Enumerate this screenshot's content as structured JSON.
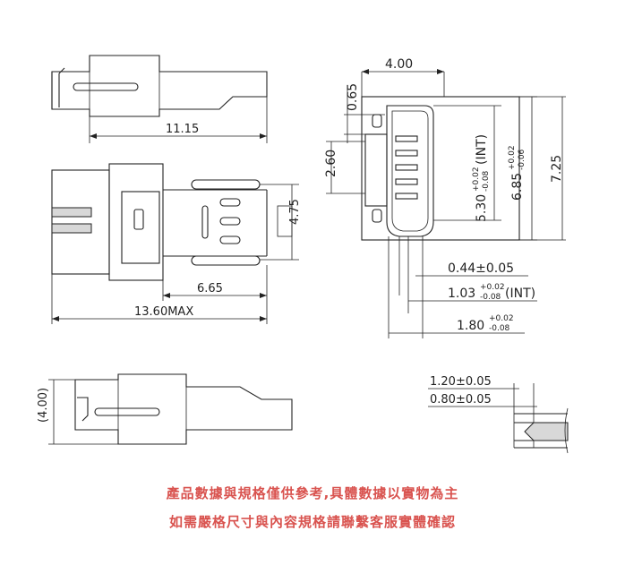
{
  "dimensions": {
    "top_view_length": "11.15",
    "side_height": "4.75",
    "side_length": "6.65",
    "overall_length": "13.60MAX",
    "width": "4.00",
    "pitch_0_65": "0.65",
    "pitch_2_60": "2.60",
    "inner_5_30": "5.30",
    "inner_5_30_tol_upper": "+0.02",
    "inner_5_30_tol_lower": "-0.08",
    "inner_5_30_suffix": "(INT)",
    "h_6_85": "6.85",
    "h_6_85_tol_upper": "+0.02",
    "h_6_85_tol_lower": "-0.06",
    "h_7_25": "7.25",
    "d_044": "0.44±0.05",
    "d_103": "1.03",
    "d_103_tol_upper": "+0.02",
    "d_103_tol_lower": "-0.08",
    "d_103_suffix": "(INT)",
    "d_180": "1.80",
    "d_180_tol_upper": "+0.02",
    "d_180_tol_lower": "-0.08",
    "bottom_ref": "(4.00)",
    "d_120": "1.20±0.05",
    "d_080": "0.80±0.05"
  },
  "notes": {
    "line1": "產品數據與規格僅供參考,具體數據以實物為主",
    "line2": "如需嚴格尺寸與內容規格請聯繫客服實體確認"
  },
  "colors": {
    "note": "#d9534f",
    "line": "#222222"
  }
}
